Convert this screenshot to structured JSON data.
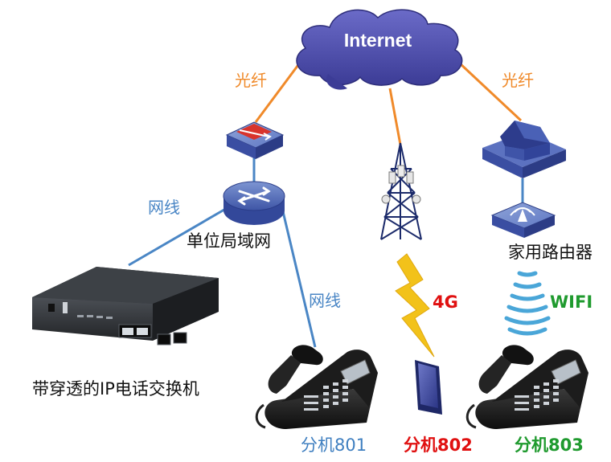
{
  "internet_label": "Internet",
  "fiber_left": "光纤",
  "fiber_right": "光纤",
  "cable_top": "网线",
  "cable_mid": "网线",
  "lan_label": "单位局域网",
  "router_label": "家用路由器",
  "pbx_label": "带穿透的IP电话交换机",
  "link_4g": "4G",
  "link_wifi": "WIFI",
  "ext_801": "分机801",
  "ext_802": "分机802",
  "ext_803": "分机803",
  "colors": {
    "fiber": "#f08a2a",
    "cable": "#4a86c5",
    "black_label": "#111111",
    "ext_801": "#3f7fc0",
    "ext_802": "#e01010",
    "ext_803": "#1f9a2e",
    "cloud": "#4c4ca8",
    "device_blue": "#3a4ea2",
    "lightning": "#f2c21a",
    "wifi": "#4aa6d8"
  },
  "icons": [
    "cloud-icon",
    "firewall-icon",
    "switch-icon",
    "cell-tower-icon",
    "house-icon",
    "router-icon",
    "pbx-device-icon",
    "ip-phone-icon",
    "mobile-phone-icon",
    "lightning-icon",
    "wifi-signal-icon"
  ]
}
